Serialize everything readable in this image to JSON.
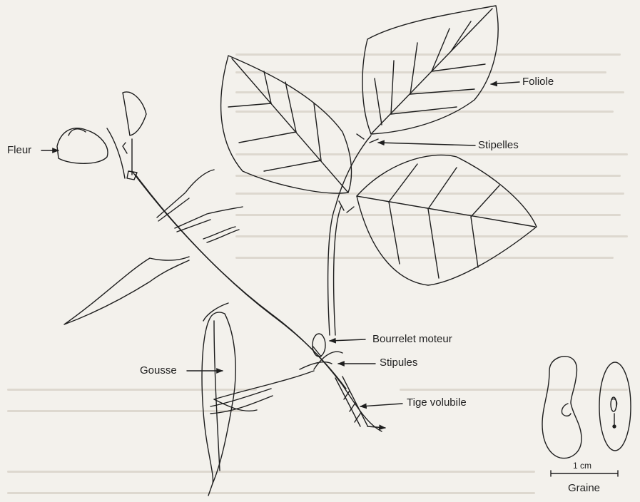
{
  "labels": {
    "foliole": "Foliole",
    "fleur": "Fleur",
    "stipelles": "Stipelles",
    "bourrelet": "Bourrelet moteur",
    "stipules": "Stipules",
    "gousse": "Gousse",
    "tige": "Tige volubile",
    "scale": "1 cm",
    "graine": "Graine"
  },
  "colors": {
    "ink": "#1e1e1e",
    "paper": "#f3f1ec"
  }
}
